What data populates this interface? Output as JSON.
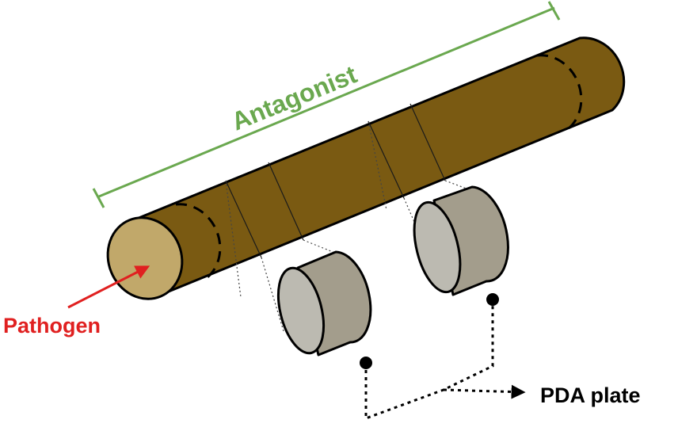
{
  "labels": {
    "antagonist": "Antagonist",
    "pathogen": "Pathogen",
    "plate": "PDA plate"
  },
  "colors": {
    "wood_body": "#7a5a12",
    "wood_end": "#c1a86a",
    "disc_face": "#bcbab1",
    "disc_side": "#a39d8c",
    "antagonist_label": "#6aa84f",
    "pathogen_label": "#e02020",
    "outline": "#000000"
  }
}
